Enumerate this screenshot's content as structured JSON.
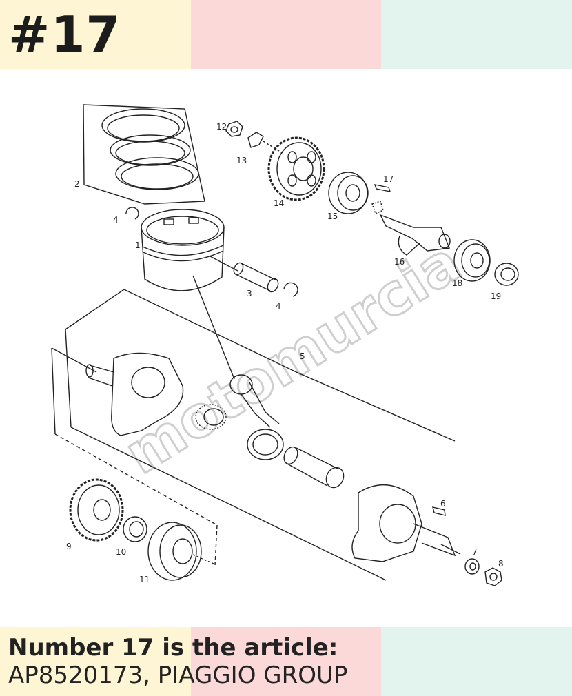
{
  "header": {
    "number_label": "#17"
  },
  "colors": {
    "band_yellow": "#fdf5d3",
    "band_pink": "#fbd9d8",
    "band_mint": "#e3f4ee",
    "line": "#222222"
  },
  "diagram": {
    "watermark": "motomurcia",
    "labels": {
      "p1": "1",
      "p2": "2",
      "p3": "3",
      "p4a": "4",
      "p4b": "4",
      "p5": "5",
      "p6": "6",
      "p7": "7",
      "p8": "8",
      "p9": "9",
      "p10": "10",
      "p11": "11",
      "p12": "12",
      "p13": "13",
      "p14": "14",
      "p15": "15",
      "p16": "16",
      "p17": "17",
      "p18": "18",
      "p19": "19"
    }
  },
  "caption": {
    "line1": "Number 17 is the article:",
    "line2": "AP8520173, PIAGGIO GROUP"
  }
}
